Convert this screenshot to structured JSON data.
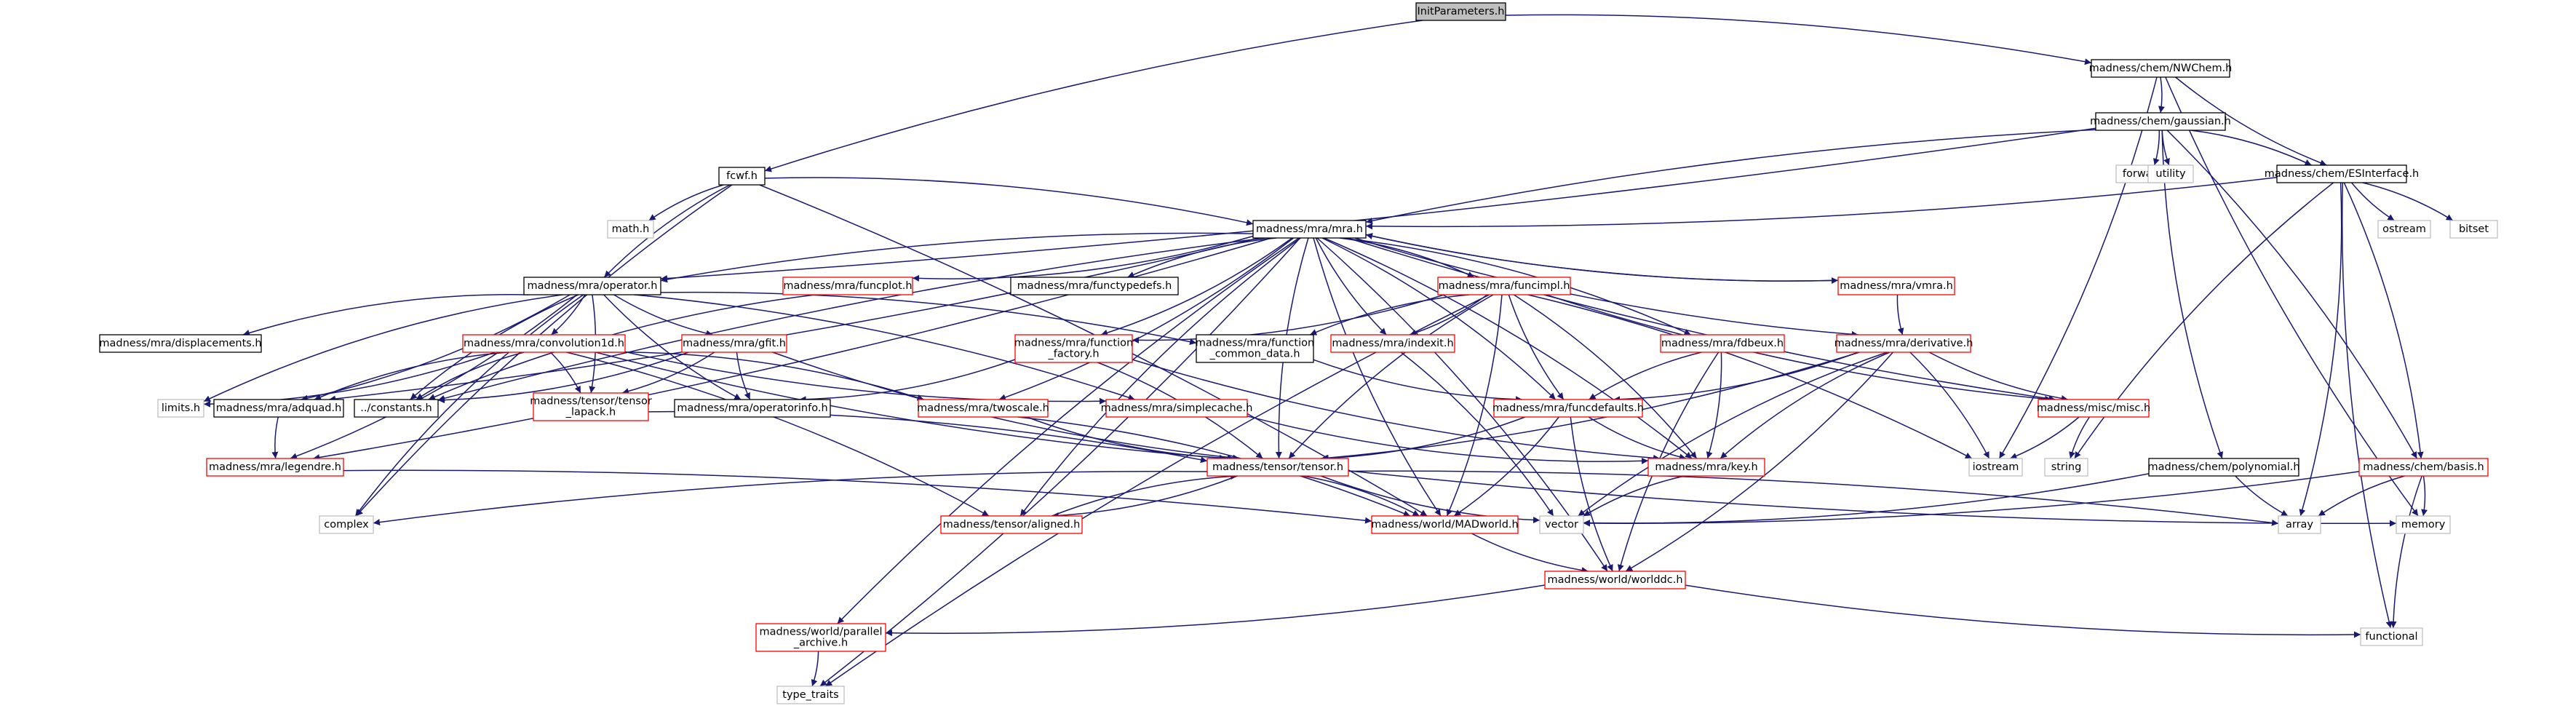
{
  "graph": {
    "colors": {
      "edge": "#191970",
      "root_fill": "#bfbfbf",
      "documented_border": "#000000",
      "undocumented_border": "#ff0000",
      "system_border": "#bfbfbf",
      "text": "#000000",
      "background": "#ffffff"
    },
    "nodes": [
      {
        "id": "root",
        "lines": [
          "InitParameters.h"
        ],
        "kind": "root"
      },
      {
        "id": "nwchem",
        "lines": [
          "madness/chem/NWChem.h"
        ],
        "kind": "doc"
      },
      {
        "id": "gaussian",
        "lines": [
          "madness/chem/gaussian.h"
        ],
        "kind": "doc"
      },
      {
        "id": "fcwf",
        "lines": [
          "fcwf.h"
        ],
        "kind": "doc"
      },
      {
        "id": "forward_list",
        "lines": [
          "forward_list"
        ],
        "kind": "sys"
      },
      {
        "id": "utility",
        "lines": [
          "utility"
        ],
        "kind": "sys"
      },
      {
        "id": "esinterface",
        "lines": [
          "madness/chem/ESInterface.h"
        ],
        "kind": "doc"
      },
      {
        "id": "mathh",
        "lines": [
          "math.h"
        ],
        "kind": "sys"
      },
      {
        "id": "mra",
        "lines": [
          "madness/mra/mra.h"
        ],
        "kind": "doc"
      },
      {
        "id": "ostream",
        "lines": [
          "ostream"
        ],
        "kind": "sys"
      },
      {
        "id": "bitset",
        "lines": [
          "bitset"
        ],
        "kind": "sys"
      },
      {
        "id": "operator",
        "lines": [
          "madness/mra/operator.h"
        ],
        "kind": "doc"
      },
      {
        "id": "funcplot",
        "lines": [
          "madness/mra/funcplot.h"
        ],
        "kind": "red"
      },
      {
        "id": "functypedefs",
        "lines": [
          "madness/mra/functypedefs.h"
        ],
        "kind": "doc"
      },
      {
        "id": "funcimpl",
        "lines": [
          "madness/mra/funcimpl.h"
        ],
        "kind": "red"
      },
      {
        "id": "vmra",
        "lines": [
          "madness/mra/vmra.h"
        ],
        "kind": "red"
      },
      {
        "id": "displacements",
        "lines": [
          "madness/mra/displacements.h"
        ],
        "kind": "doc"
      },
      {
        "id": "convolution1d",
        "lines": [
          "madness/mra/convolution1d.h"
        ],
        "kind": "red"
      },
      {
        "id": "gfit",
        "lines": [
          "madness/mra/gfit.h"
        ],
        "kind": "red"
      },
      {
        "id": "function_factory",
        "lines": [
          "madness/mra/function",
          "_factory.h"
        ],
        "kind": "red"
      },
      {
        "id": "function_common_data",
        "lines": [
          "madness/mra/function",
          "_common_data.h"
        ],
        "kind": "doc"
      },
      {
        "id": "indexit",
        "lines": [
          "madness/mra/indexit.h"
        ],
        "kind": "red"
      },
      {
        "id": "fdbeux",
        "lines": [
          "madness/mra/fdbeux.h"
        ],
        "kind": "red"
      },
      {
        "id": "derivative",
        "lines": [
          "madness/mra/derivative.h"
        ],
        "kind": "red"
      },
      {
        "id": "limitsh",
        "lines": [
          "limits.h"
        ],
        "kind": "sys"
      },
      {
        "id": "adquad",
        "lines": [
          "madness/mra/adquad.h"
        ],
        "kind": "doc"
      },
      {
        "id": "constants",
        "lines": [
          "../constants.h"
        ],
        "kind": "doc"
      },
      {
        "id": "tensor_lapack",
        "lines": [
          "madness/tensor/tensor",
          "_lapack.h"
        ],
        "kind": "red"
      },
      {
        "id": "operatorinfo",
        "lines": [
          "madness/mra/operatorinfo.h"
        ],
        "kind": "doc"
      },
      {
        "id": "twoscale",
        "lines": [
          "madness/mra/twoscale.h"
        ],
        "kind": "red"
      },
      {
        "id": "simplecache",
        "lines": [
          "madness/mra/simplecache.h"
        ],
        "kind": "red"
      },
      {
        "id": "funcdefaults",
        "lines": [
          "madness/mra/funcdefaults.h"
        ],
        "kind": "red"
      },
      {
        "id": "miscmisc",
        "lines": [
          "madness/misc/misc.h"
        ],
        "kind": "red"
      },
      {
        "id": "iostream",
        "lines": [
          "iostream"
        ],
        "kind": "sys"
      },
      {
        "id": "string",
        "lines": [
          "string"
        ],
        "kind": "sys"
      },
      {
        "id": "polynomial",
        "lines": [
          "madness/chem/polynomial.h"
        ],
        "kind": "doc"
      },
      {
        "id": "basis",
        "lines": [
          "madness/chem/basis.h"
        ],
        "kind": "red"
      },
      {
        "id": "legendre",
        "lines": [
          "madness/mra/legendre.h"
        ],
        "kind": "red"
      },
      {
        "id": "tensorh",
        "lines": [
          "madness/tensor/tensor.h"
        ],
        "kind": "red"
      },
      {
        "id": "key",
        "lines": [
          "madness/mra/key.h"
        ],
        "kind": "red"
      },
      {
        "id": "complex",
        "lines": [
          "complex"
        ],
        "kind": "sys"
      },
      {
        "id": "aligned",
        "lines": [
          "madness/tensor/aligned.h"
        ],
        "kind": "red"
      },
      {
        "id": "madworld",
        "lines": [
          "madness/world/MADworld.h"
        ],
        "kind": "red"
      },
      {
        "id": "vector",
        "lines": [
          "vector"
        ],
        "kind": "sys"
      },
      {
        "id": "array",
        "lines": [
          "array"
        ],
        "kind": "sys"
      },
      {
        "id": "memory",
        "lines": [
          "memory"
        ],
        "kind": "sys"
      },
      {
        "id": "worlddc",
        "lines": [
          "madness/world/worlddc.h"
        ],
        "kind": "red"
      },
      {
        "id": "parallel_archive",
        "lines": [
          "madness/world/parallel",
          "_archive.h"
        ],
        "kind": "red"
      },
      {
        "id": "functional",
        "lines": [
          "functional"
        ],
        "kind": "sys"
      },
      {
        "id": "type_traits",
        "lines": [
          "type_traits"
        ],
        "kind": "sys"
      }
    ],
    "edges": [
      [
        "root",
        "nwchem"
      ],
      [
        "root",
        "fcwf"
      ],
      [
        "nwchem",
        "gaussian"
      ],
      [
        "nwchem",
        "esinterface"
      ],
      [
        "nwchem",
        "iostream"
      ],
      [
        "nwchem",
        "memory"
      ],
      [
        "gaussian",
        "forward_list"
      ],
      [
        "gaussian",
        "utility"
      ],
      [
        "gaussian",
        "esinterface"
      ],
      [
        "gaussian",
        "mra"
      ],
      [
        "gaussian",
        "operator"
      ],
      [
        "gaussian",
        "polynomial"
      ],
      [
        "gaussian",
        "basis"
      ],
      [
        "fcwf",
        "mathh"
      ],
      [
        "fcwf",
        "mra"
      ],
      [
        "fcwf",
        "operator"
      ],
      [
        "fcwf",
        "madworld"
      ],
      [
        "fcwf",
        "complex"
      ],
      [
        "esinterface",
        "mra"
      ],
      [
        "esinterface",
        "ostream"
      ],
      [
        "esinterface",
        "bitset"
      ],
      [
        "esinterface",
        "string"
      ],
      [
        "esinterface",
        "array"
      ],
      [
        "esinterface",
        "functional"
      ],
      [
        "esinterface",
        "basis"
      ],
      [
        "mra",
        "operator"
      ],
      [
        "mra",
        "funcplot"
      ],
      [
        "mra",
        "functypedefs"
      ],
      [
        "mra",
        "funcimpl"
      ],
      [
        "mra",
        "vmra"
      ],
      [
        "mra",
        "function_factory"
      ],
      [
        "mra",
        "indexit"
      ],
      [
        "mra",
        "fdbeux"
      ],
      [
        "mra",
        "derivative"
      ],
      [
        "mra",
        "funcdefaults"
      ],
      [
        "mra",
        "miscmisc"
      ],
      [
        "mra",
        "twoscale"
      ],
      [
        "mra",
        "tensorh"
      ],
      [
        "mra",
        "key"
      ],
      [
        "mra",
        "madworld"
      ],
      [
        "mra",
        "legendre"
      ],
      [
        "mra",
        "aligned"
      ],
      [
        "mra",
        "worlddc"
      ],
      [
        "mra",
        "parallel_archive"
      ],
      [
        "mra",
        "type_traits"
      ],
      [
        "mra",
        "constants"
      ],
      [
        "mra",
        "adquad"
      ],
      [
        "operator",
        "displacements"
      ],
      [
        "operator",
        "convolution1d"
      ],
      [
        "operator",
        "gfit"
      ],
      [
        "operator",
        "function_common_data"
      ],
      [
        "operator",
        "limitsh"
      ],
      [
        "operator",
        "adquad"
      ],
      [
        "operator",
        "constants"
      ],
      [
        "operator",
        "tensor_lapack"
      ],
      [
        "operator",
        "operatorinfo"
      ],
      [
        "operator",
        "simplecache"
      ],
      [
        "operator",
        "complex"
      ],
      [
        "operator",
        "legendre"
      ],
      [
        "funcplot",
        "constants"
      ],
      [
        "funcimpl",
        "function_factory"
      ],
      [
        "funcimpl",
        "function_common_data"
      ],
      [
        "funcimpl",
        "indexit"
      ],
      [
        "funcimpl",
        "funcdefaults"
      ],
      [
        "funcimpl",
        "key"
      ],
      [
        "funcimpl",
        "tensorh"
      ],
      [
        "funcimpl",
        "madworld"
      ],
      [
        "funcimpl",
        "miscmisc"
      ],
      [
        "funcimpl",
        "iostream"
      ],
      [
        "funcimpl",
        "type_traits"
      ],
      [
        "vmra",
        "mra"
      ],
      [
        "vmra",
        "derivative"
      ],
      [
        "convolution1d",
        "limitsh"
      ],
      [
        "convolution1d",
        "constants"
      ],
      [
        "convolution1d",
        "tensor_lapack"
      ],
      [
        "convolution1d",
        "adquad"
      ],
      [
        "convolution1d",
        "twoscale"
      ],
      [
        "convolution1d",
        "tensorh"
      ],
      [
        "convolution1d",
        "aligned"
      ],
      [
        "convolution1d",
        "simplecache"
      ],
      [
        "gfit",
        "constants"
      ],
      [
        "gfit",
        "operatorinfo"
      ],
      [
        "gfit",
        "tensor_lapack"
      ],
      [
        "gfit",
        "tensorh"
      ],
      [
        "function_factory",
        "tensorh"
      ],
      [
        "function_factory",
        "key"
      ],
      [
        "function_factory",
        "operatorinfo"
      ],
      [
        "function_common_data",
        "funcdefaults"
      ],
      [
        "indexit",
        "vector"
      ],
      [
        "fdbeux",
        "funcdefaults"
      ],
      [
        "fdbeux",
        "key"
      ],
      [
        "fdbeux",
        "worlddc"
      ],
      [
        "derivative",
        "funcdefaults"
      ],
      [
        "derivative",
        "miscmisc"
      ],
      [
        "derivative",
        "iostream"
      ],
      [
        "derivative",
        "key"
      ],
      [
        "derivative",
        "tensorh"
      ],
      [
        "derivative",
        "vector"
      ],
      [
        "derivative",
        "worlddc"
      ],
      [
        "adquad",
        "legendre"
      ],
      [
        "tensor_lapack",
        "tensorh"
      ],
      [
        "twoscale",
        "tensorh"
      ],
      [
        "twoscale",
        "madworld"
      ],
      [
        "simplecache",
        "key"
      ],
      [
        "funcdefaults",
        "tensorh"
      ],
      [
        "funcdefaults",
        "key"
      ],
      [
        "funcdefaults",
        "madworld"
      ],
      [
        "funcdefaults",
        "worlddc"
      ],
      [
        "miscmisc",
        "iostream"
      ],
      [
        "miscmisc",
        "string"
      ],
      [
        "polynomial",
        "vector"
      ],
      [
        "polynomial",
        "array"
      ],
      [
        "basis",
        "vector"
      ],
      [
        "basis",
        "array"
      ],
      [
        "basis",
        "memory"
      ],
      [
        "basis",
        "functional"
      ],
      [
        "legendre",
        "madworld"
      ],
      [
        "tensorh",
        "complex"
      ],
      [
        "tensorh",
        "aligned"
      ],
      [
        "tensorh",
        "vector"
      ],
      [
        "tensorh",
        "array"
      ],
      [
        "tensorh",
        "memory"
      ],
      [
        "tensorh",
        "madworld"
      ],
      [
        "key",
        "vector"
      ],
      [
        "aligned",
        "tensorh"
      ],
      [
        "madworld",
        "worlddc"
      ],
      [
        "worlddc",
        "parallel_archive"
      ],
      [
        "worlddc",
        "functional"
      ],
      [
        "parallel_archive",
        "type_traits"
      ]
    ]
  }
}
